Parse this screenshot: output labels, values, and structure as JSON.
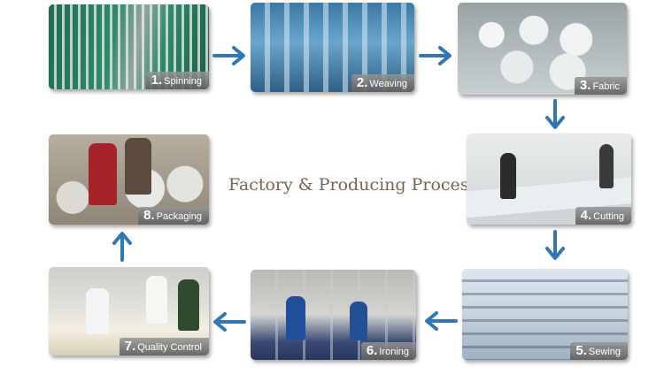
{
  "title": "Factory & Producing Process",
  "steps": [
    {
      "num": "1.",
      "label": "Spinning"
    },
    {
      "num": "2.",
      "label": "Weaving"
    },
    {
      "num": "3.",
      "label": "Fabric"
    },
    {
      "num": "4.",
      "label": "Cutting"
    },
    {
      "num": "5.",
      "label": "Sewing"
    },
    {
      "num": "6.",
      "label": "Ironing"
    },
    {
      "num": "7.",
      "label": "Quality Control"
    },
    {
      "num": "8.",
      "label": "Packaging"
    }
  ],
  "colors": {
    "arrow": "#2f78b5",
    "title": "#7a6350",
    "caption_bg": "#6e6e6e"
  },
  "icons": {
    "arrow_right": "arrow-right-icon",
    "arrow_down": "arrow-down-icon",
    "arrow_left": "arrow-left-icon",
    "arrow_up": "arrow-up-icon"
  }
}
